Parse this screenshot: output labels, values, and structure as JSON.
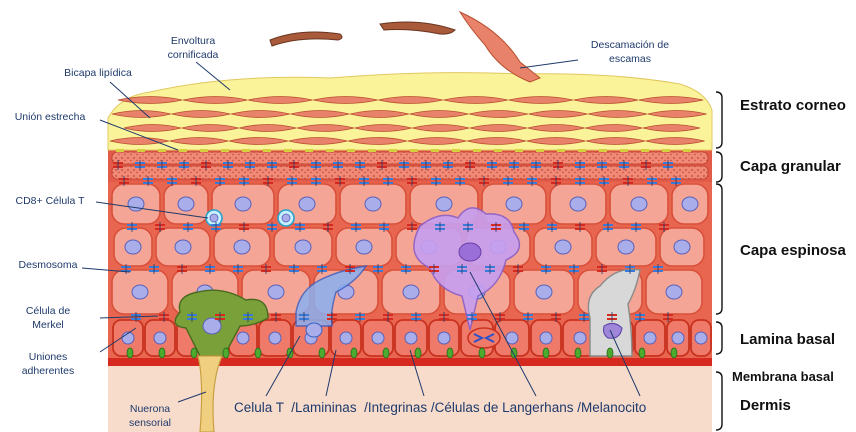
{
  "labels": {
    "envoltura": [
      "Envoltura",
      "cornificada"
    ],
    "descamacion": [
      "Descamación de",
      "escamas"
    ],
    "bicapa": "Bicapa lipídica",
    "union_estrecha": "Unión estrecha",
    "cd8": "CD8+ Célula T",
    "desmosoma": "Desmosoma",
    "merkel": [
      "Célula de",
      "Merkel"
    ],
    "uniones": [
      "Uniones",
      "adherentes"
    ],
    "neurona": [
      "Nuerona",
      "sensorial"
    ]
  },
  "layers": {
    "estrato_corneo": "Estrato corneo",
    "capa_granular": "Capa granular",
    "capa_espinosa": "Capa espinosa",
    "lamina_basal": "Lamina basal",
    "membrana_basal": "Membrana basal",
    "dermis": "Dermis"
  },
  "bottom_caption": "Celula T  /Lamininas  /Integrinas /Células de Langerhans /Melanocito",
  "colors": {
    "lipid_yellow": "#fbf39a",
    "corneocyte": "#e8826a",
    "cell_fill": "#f4a596",
    "cell_border": "#d8503a",
    "nucleus": "#a9aeea",
    "merkel_green": "#7aa03a",
    "langerhans": "#c79ff0",
    "melanocyte": "#d8d8d8",
    "dermis": "#f7dccc",
    "membrane_red": "#d62a20",
    "neuron": "#f0d080"
  }
}
